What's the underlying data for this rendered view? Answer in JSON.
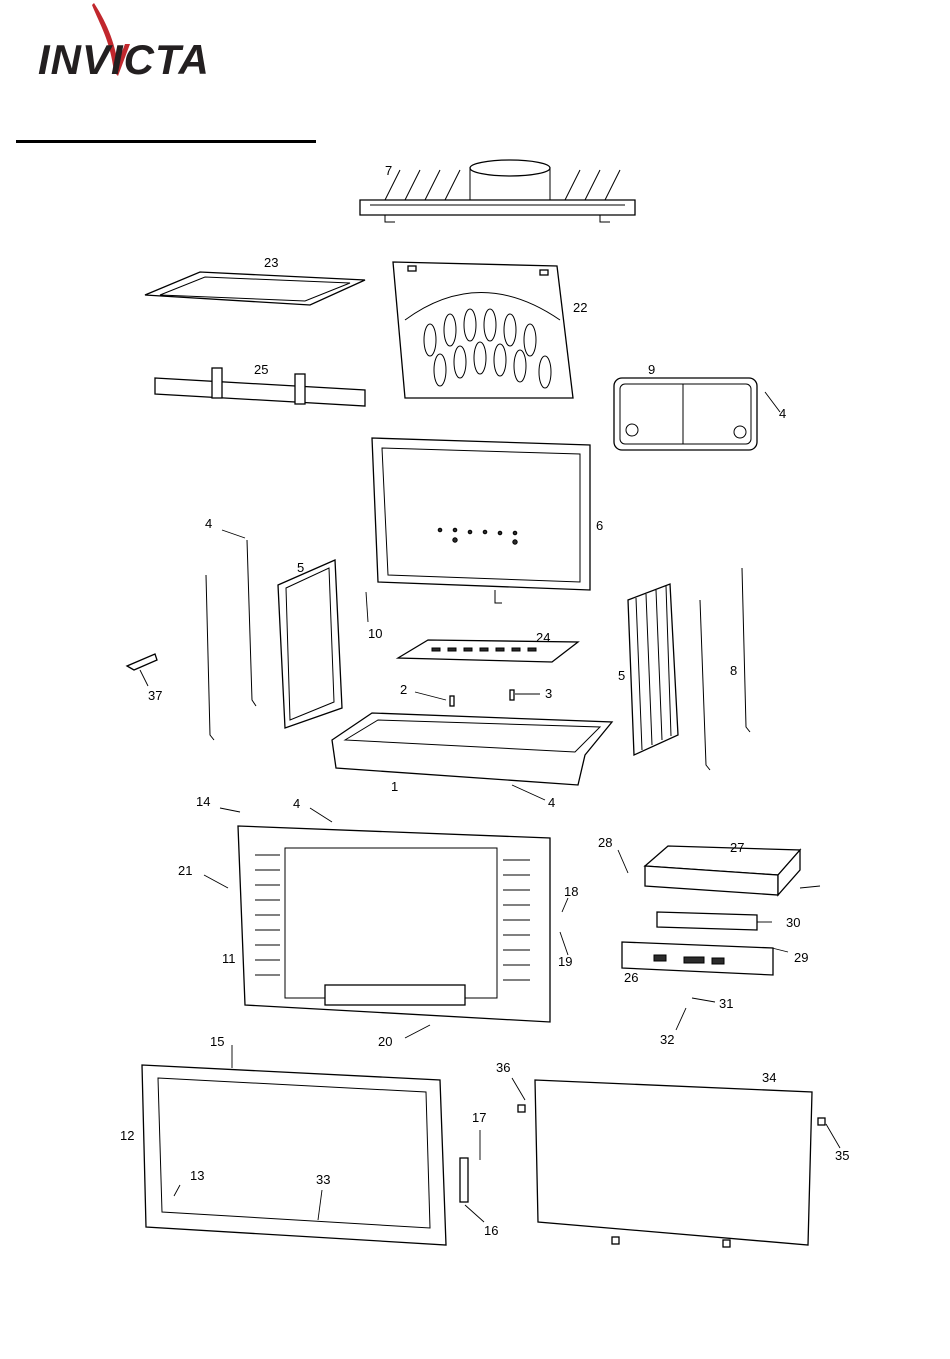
{
  "brand": {
    "name": "INVICTA",
    "color": "#231f20",
    "accent": "#c1272d"
  },
  "labels": {
    "p1": "1",
    "p2": "2",
    "p3": "3",
    "p4a": "4",
    "p4b": "4",
    "p4c": "4",
    "p4d": "4",
    "p5a": "5",
    "p5b": "5",
    "p6": "6",
    "p7": "7",
    "p8": "8",
    "p9": "9",
    "p10": "10",
    "p11": "11",
    "p12": "12",
    "p13": "13",
    "p14": "14",
    "p15": "15",
    "p16": "16",
    "p17": "17",
    "p18": "18",
    "p19": "19",
    "p20": "20",
    "p21": "21",
    "p22": "22",
    "p23": "23",
    "p24": "24",
    "p25": "25",
    "p26": "26",
    "p27": "27",
    "p28": "28",
    "p29": "29",
    "p30": "30",
    "p31": "31",
    "p32": "32",
    "p33": "33",
    "p34": "34",
    "p35": "35",
    "p36": "36",
    "p37": "37"
  }
}
